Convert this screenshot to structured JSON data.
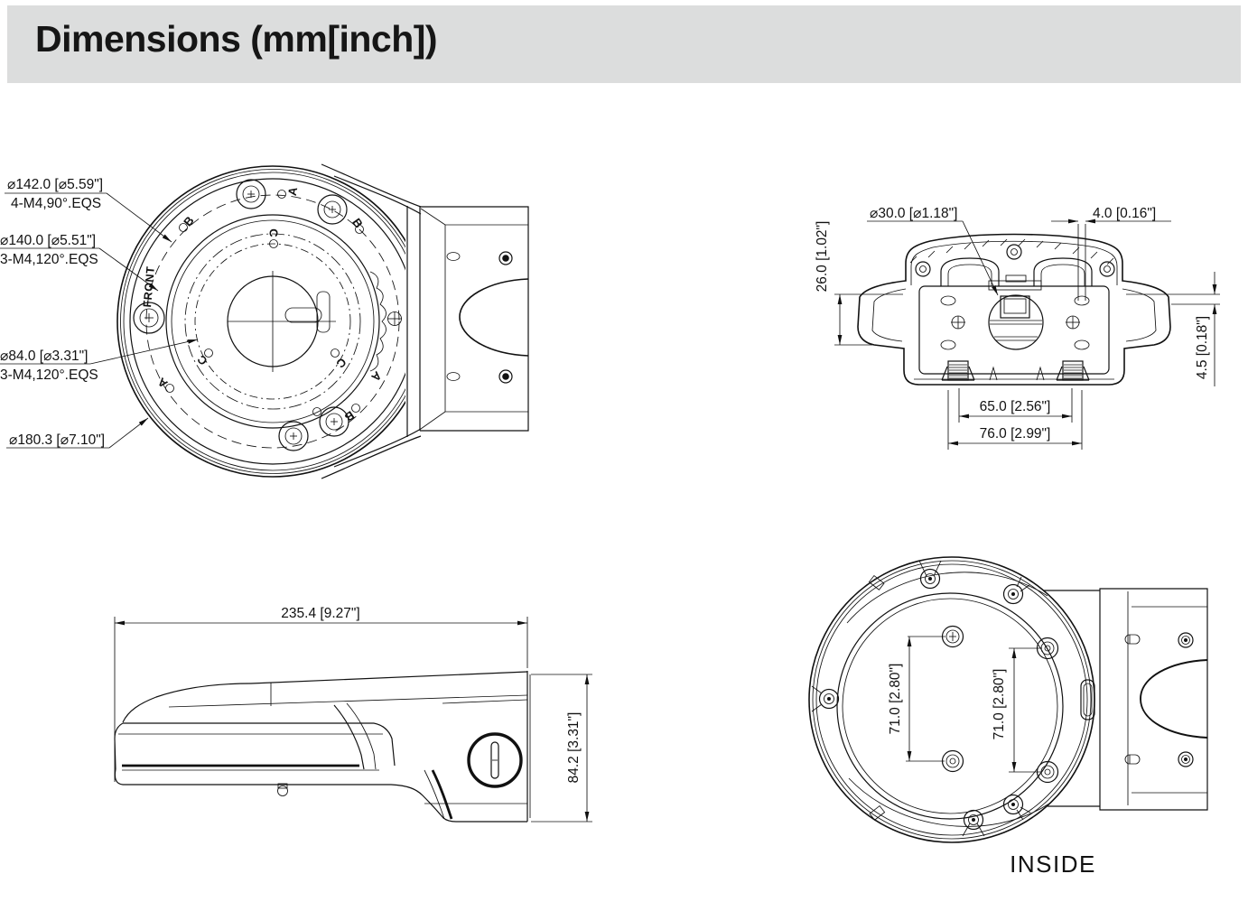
{
  "title": "Dimensions (mm[inch])",
  "colors": {
    "banner_bg": "#dcdddd",
    "ink": "#111111",
    "page_bg": "#ffffff"
  },
  "front_view": {
    "dia_142": "⌀142.0 [⌀5.59\"]",
    "dia_142_note": "4-M4,90°.EQS",
    "dia_140": "⌀140.0 [⌀5.51\"]",
    "dia_140_note": "3-M4,120°.EQS",
    "dia_84": "⌀84.0 [⌀3.31\"]",
    "dia_84_note": "3-M4,120°.EQS",
    "dia_180": "⌀180.3 [⌀7.10\"]",
    "front_marker": "FRONT",
    "hole_letters": [
      "A",
      "B",
      "B",
      "C",
      "C",
      "C",
      "A",
      "A",
      "B"
    ]
  },
  "bottom_view": {
    "dia_30": "⌀30.0 [⌀1.18\"]",
    "gap_4": "4.0 [0.16\"]",
    "h_26": "26.0 [1.02\"]",
    "h_4_5": "4.5 [0.18\"]",
    "w_65": "65.0 [2.56\"]",
    "w_76": "76.0 [2.99\"]"
  },
  "side_view": {
    "w_235": "235.4 [9.27\"]",
    "h_84": "84.2 [3.31\"]"
  },
  "inside_view": {
    "v71_left": "71.0 [2.80\"]",
    "v71_right": "71.0 [2.80\"]",
    "caption": "INSIDE"
  }
}
